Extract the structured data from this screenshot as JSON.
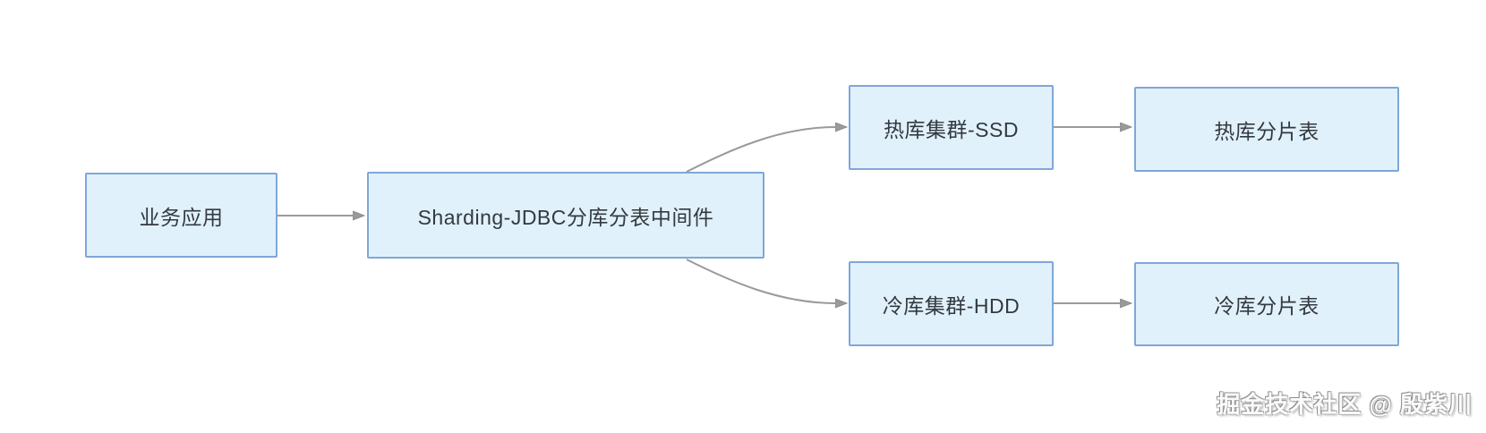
{
  "nodes": {
    "app": {
      "label": "业务应用"
    },
    "middleware": {
      "label": "Sharding-JDBC分库分表中间件"
    },
    "hot_cluster": {
      "label": "热库集群-SSD"
    },
    "hot_shard": {
      "label": "热库分片表"
    },
    "cold_cluster": {
      "label": "冷库集群-HDD"
    },
    "cold_shard": {
      "label": "冷库分片表"
    }
  },
  "edges": [
    {
      "from": "app",
      "to": "middleware"
    },
    {
      "from": "middleware",
      "to": "hot_cluster"
    },
    {
      "from": "middleware",
      "to": "cold_cluster"
    },
    {
      "from": "hot_cluster",
      "to": "hot_shard"
    },
    {
      "from": "cold_cluster",
      "to": "cold_shard"
    }
  ],
  "colors": {
    "node_fill": "#e1f1fb",
    "node_border": "#7ea7d8",
    "node_text": "#333940",
    "connector": "#999999",
    "background": "#ffffff"
  },
  "watermark": "掘金技术社区 @ 殷紫川"
}
